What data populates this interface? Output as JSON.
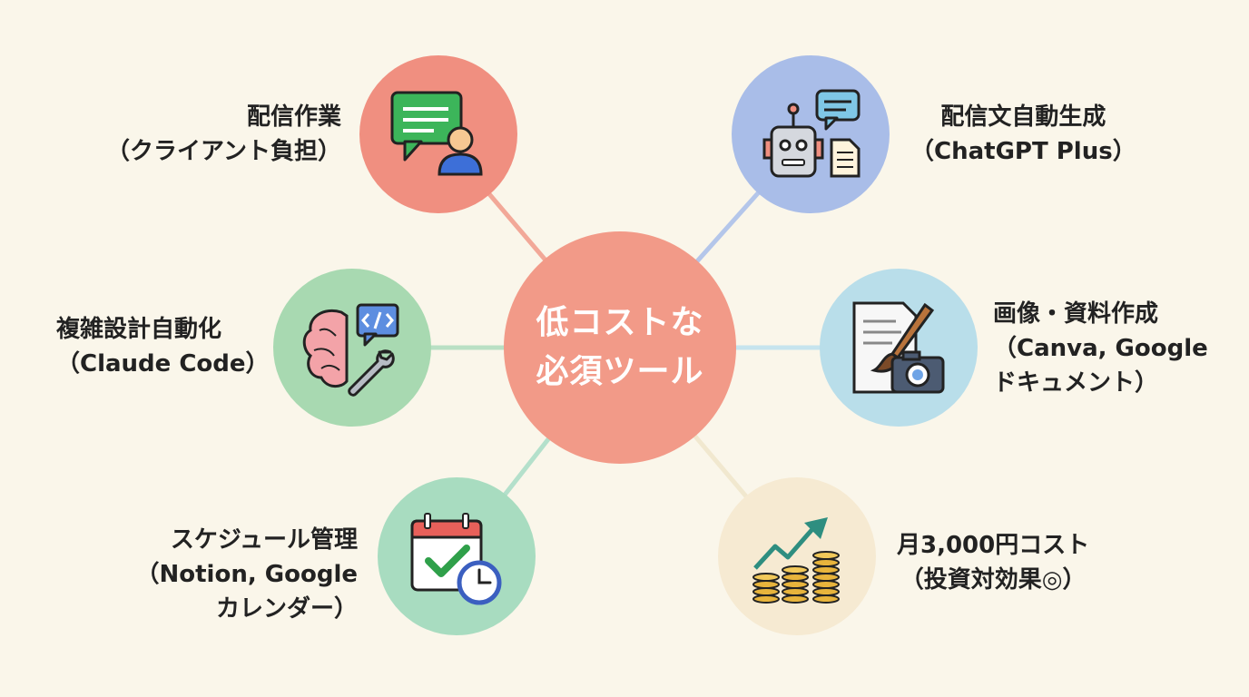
{
  "colors": {
    "background": "#faf6ea",
    "hub": "#f29a88",
    "node_distribution": "#f08f80",
    "node_generation": "#a9bde8",
    "node_design": "#a8d9b1",
    "node_image": "#b9deea",
    "node_schedule": "#a8dcc0",
    "node_cost": "#f6ead2"
  },
  "hub": {
    "line1": "低コストな",
    "line2": "必須ツール"
  },
  "nodes": {
    "distribution": {
      "icon": "chat-person-icon",
      "line1": "配信作業",
      "line2": "（クライアント負担）"
    },
    "generation": {
      "icon": "robot-chat-icon",
      "line1": "配信文自動生成",
      "line2": "（ChatGPT Plus）"
    },
    "design": {
      "icon": "brain-code-wrench-icon",
      "line1": "複雑設計自動化",
      "line2": "（Claude Code）"
    },
    "image": {
      "icon": "document-brush-camera-icon",
      "line1": "画像・資料作成",
      "line2": "（Canva, Google",
      "line3": "ドキュメント）"
    },
    "schedule": {
      "icon": "calendar-check-clock-icon",
      "line1": "スケジュール管理",
      "line2": "（Notion, Google",
      "line3": "カレンダー）"
    },
    "cost": {
      "icon": "coins-growth-icon",
      "line1": "月3,000円コスト",
      "line2": "（投資対効果◎）"
    }
  }
}
